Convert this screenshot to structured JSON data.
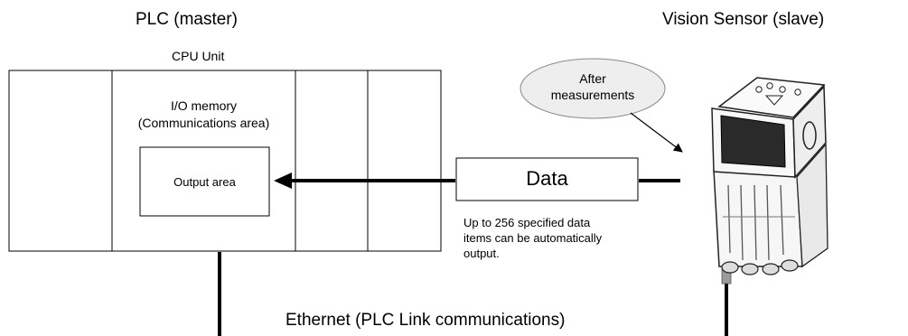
{
  "plc": {
    "title": "PLC (master)",
    "cpu_unit_label": "CPU Unit",
    "io_memory_line1": "I/O memory",
    "io_memory_line2": "(Communications area)",
    "output_area_label": "Output area"
  },
  "sensor": {
    "title": "Vision Sensor (slave)",
    "callout_line1": "After",
    "callout_line2": "measurements"
  },
  "data_box_label": "Data",
  "note_line1": "Up to 256 specified data",
  "note_line2": "items can be automatically",
  "note_line3": "output.",
  "network_label": "Ethernet (PLC Link communications)"
}
